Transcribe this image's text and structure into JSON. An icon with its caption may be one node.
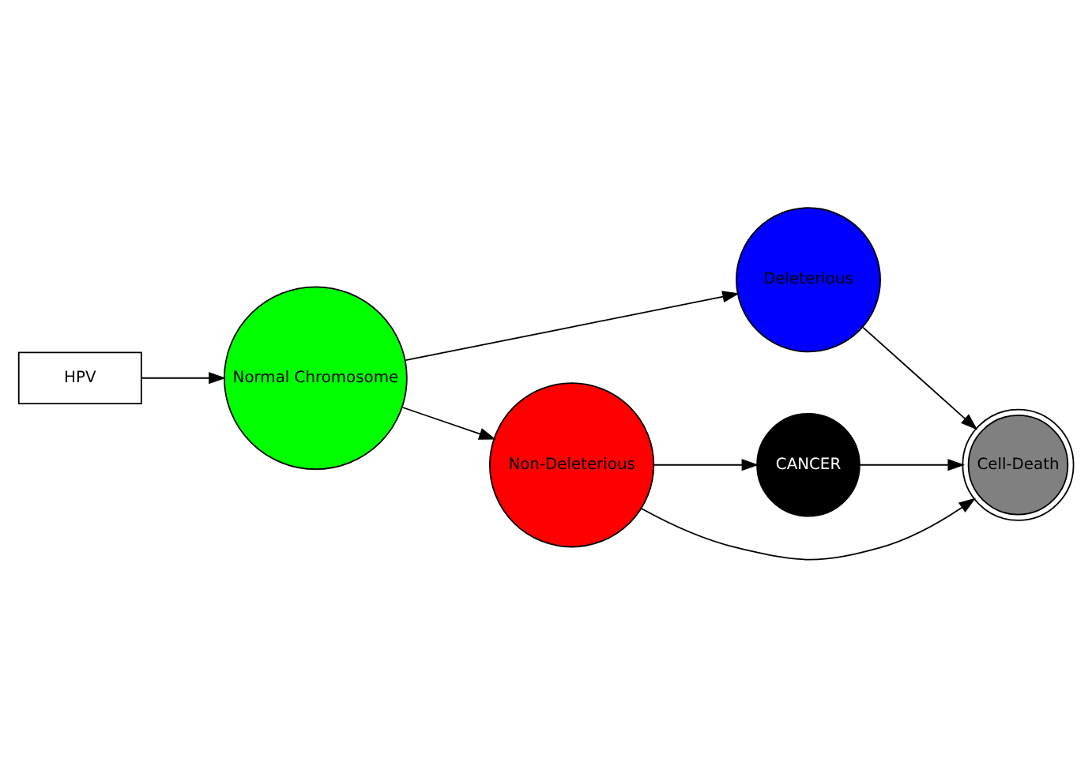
{
  "diagram": {
    "nodes": [
      {
        "text": [
          "HPV"
        ]
      },
      {
        "text": [
          "Normal Chromosome"
        ]
      },
      {
        "text": [
          "Deleterious"
        ]
      },
      {
        "text": [
          "Non-Deleterious"
        ]
      },
      {
        "text": [
          "CANCER"
        ]
      },
      {
        "text": [
          "Cell-Death"
        ]
      }
    ],
    "edges": [
      {
        "from": 0,
        "to": 1,
        "arrow": "to"
      },
      {
        "from": 1,
        "to": 2,
        "arrow": "to"
      },
      {
        "from": 1,
        "to": 3,
        "arrow": "to"
      },
      {
        "from": 2,
        "to": 5,
        "arrow": "to"
      },
      {
        "from": 3,
        "to": 5,
        "arrow": "to"
      },
      {
        "from": 3,
        "to": 4,
        "arrow": "to"
      },
      {
        "from": 4,
        "to": 5,
        "arrow": "to"
      }
    ]
  }
}
